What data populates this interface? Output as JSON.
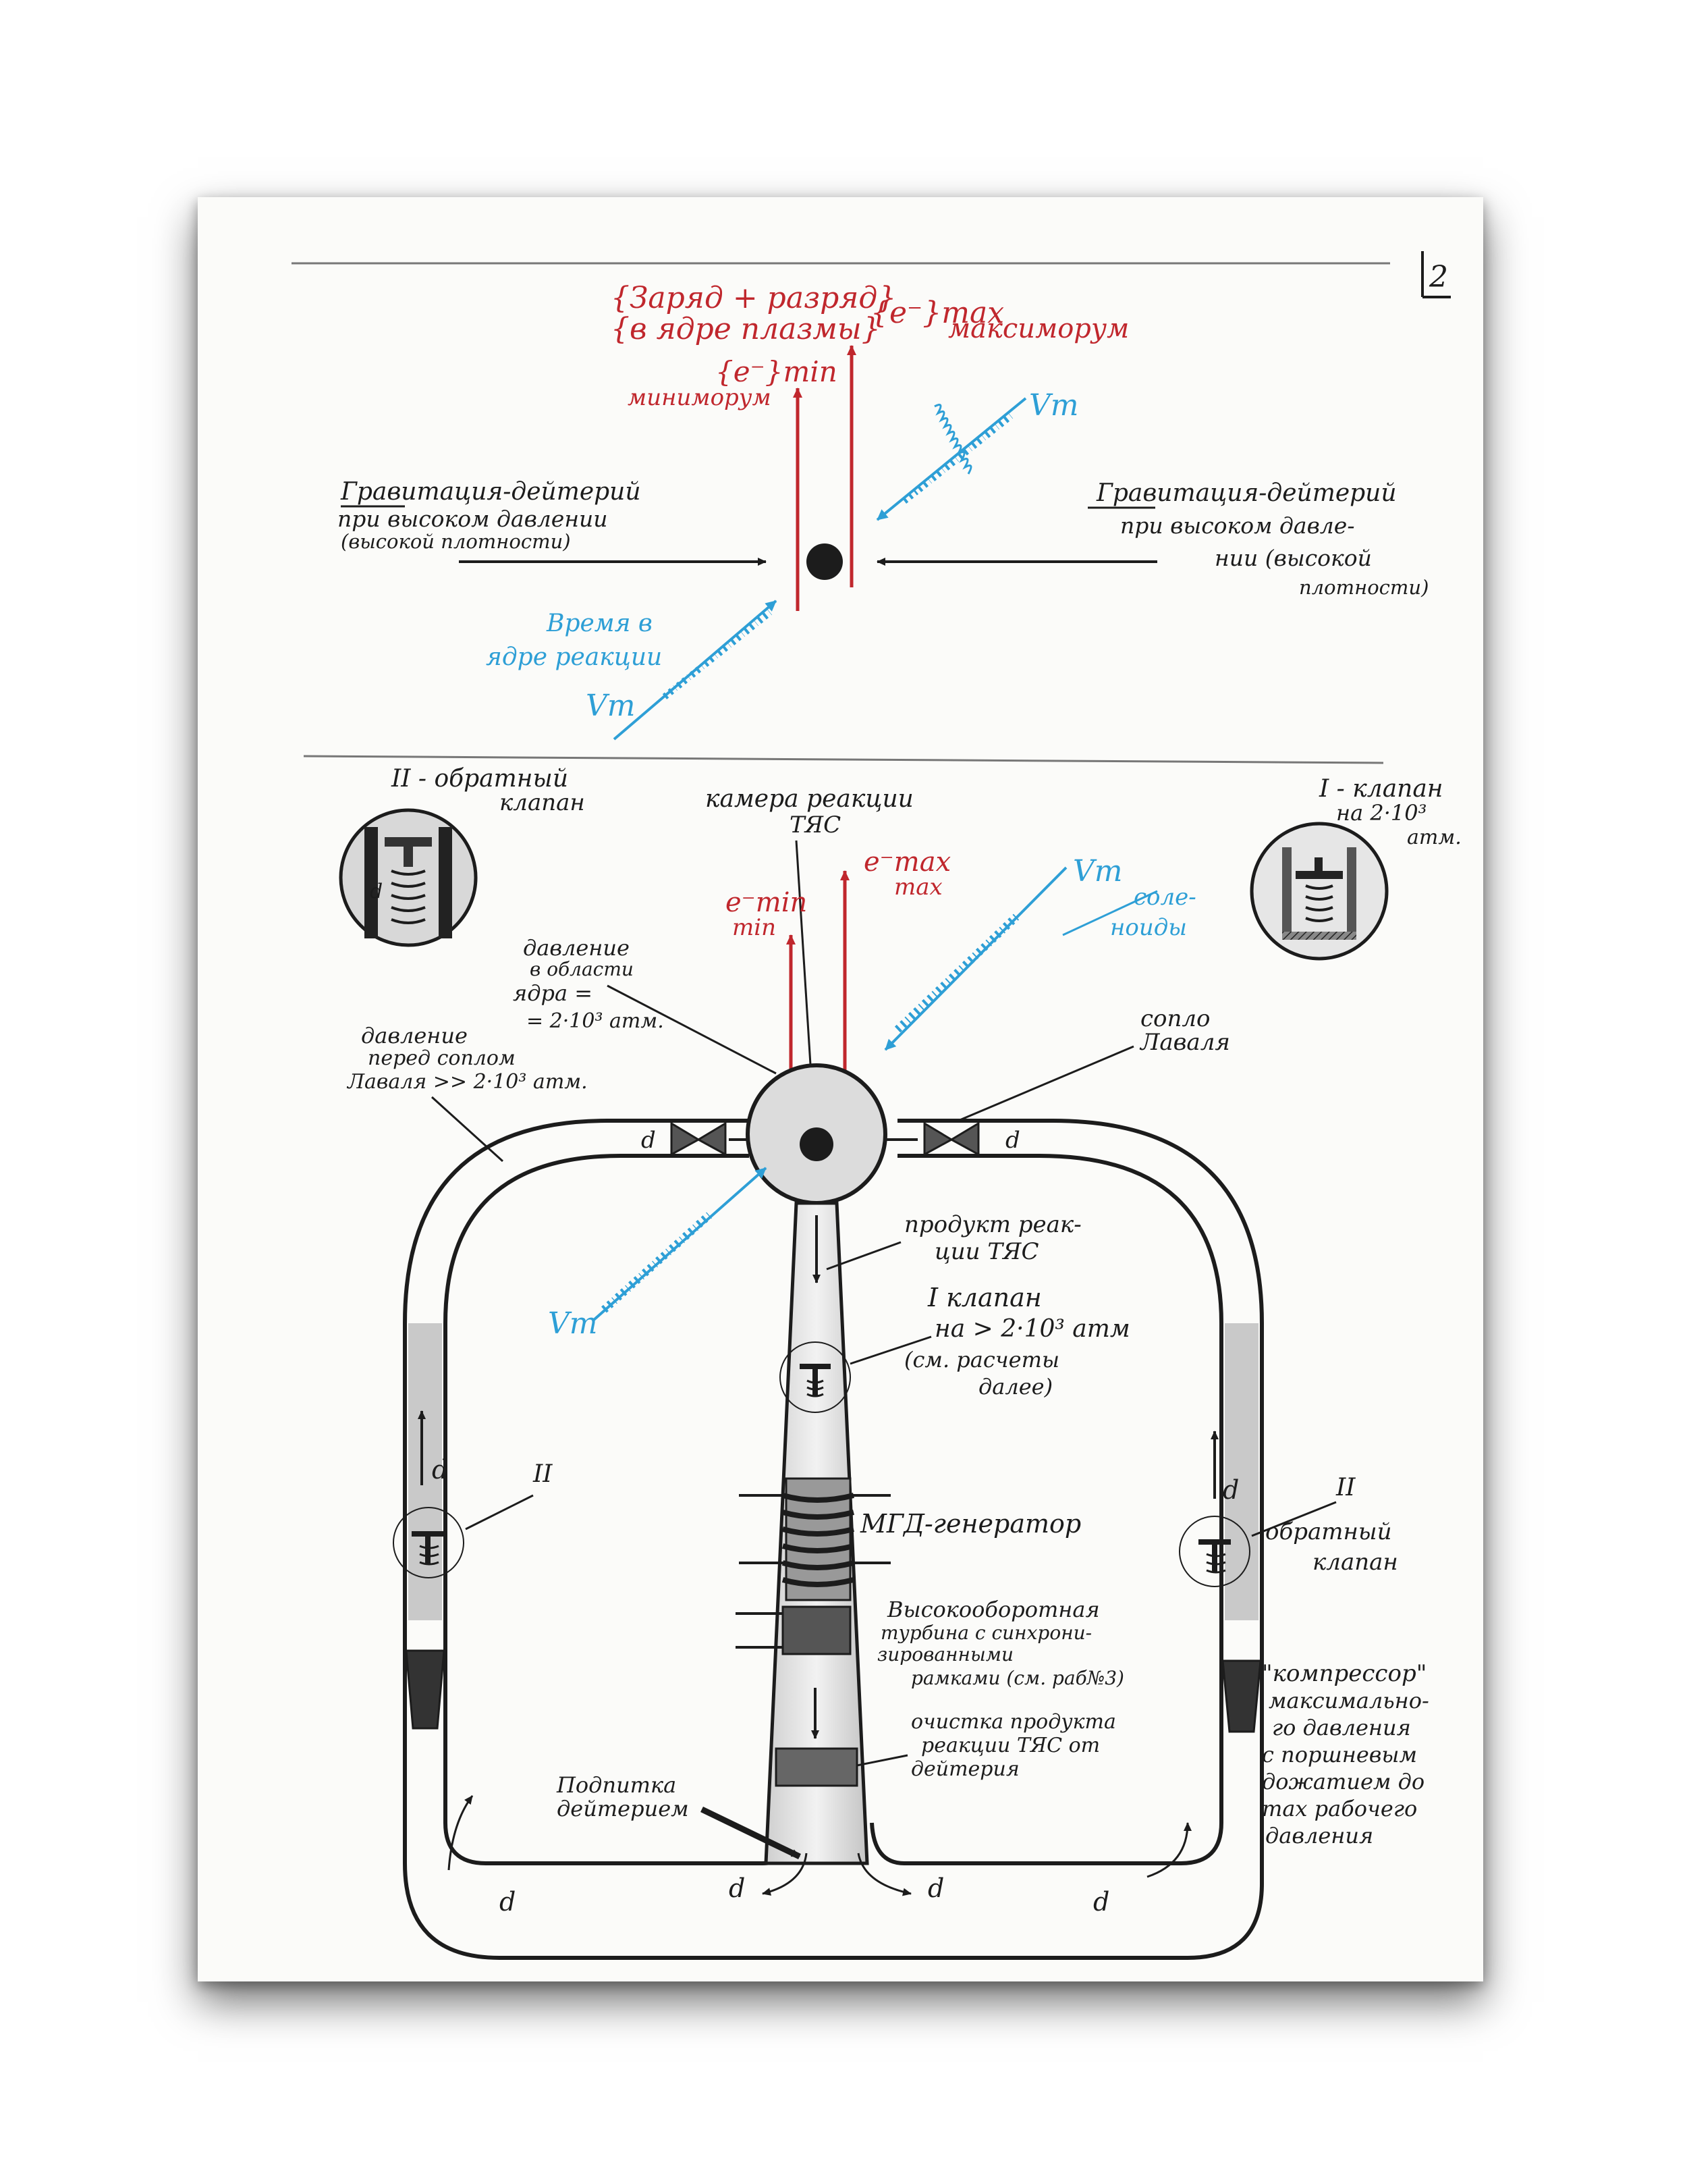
{
  "page_number": "2",
  "colors": {
    "red": "#c0272d",
    "black": "#1c1c1c",
    "blue": "#2e9fd6",
    "paper": "#fbfbf9"
  },
  "top": {
    "charge_line1": "{Заряд + разряд}",
    "charge_line2": "{в ядре плазмы}",
    "emax": "{e⁻}max",
    "maximorum": "максиморум",
    "emin": "{e⁻}min",
    "minimorum": "миниморум",
    "gravity_left_line1": "Гравитация-дейтерий",
    "gravity_left_line2": "при высоком давлении",
    "gravity_left_line3": "(высокой плотности)",
    "gravity_right_line1": "Гравитация-дейтерий",
    "gravity_right_line2": "при высоком давле-",
    "gravity_right_line3": "нии (высокой",
    "gravity_right_line4": "плотности)",
    "time_line1": "Время в",
    "time_line2": "ядре реакции",
    "vm_top": "Vm",
    "vm_bottom": "Vm"
  },
  "bottom": {
    "check_valve_title_line1": "II - обратный",
    "check_valve_title_line2": "клапан",
    "chamber_line1": "камера реакции",
    "chamber_line2": "ТЯС",
    "valve1_title_line1": "I - клапан",
    "valve1_title_line2": "на 2·10³",
    "valve1_title_line3": "атм.",
    "emin": "e⁻min",
    "emin_sub": "min",
    "emax": "e⁻max",
    "emax_sub": "max",
    "vm_right": "Vm",
    "solenoids_line1": "соле-",
    "solenoids_line2": "ноиды",
    "core_pressure_line1": "давление",
    "core_pressure_line2": "в области",
    "core_pressure_line3": "ядра =",
    "core_pressure_line4": "= 2·10³ атм.",
    "nozzle_pressure_line1": "давление",
    "nozzle_pressure_line2": "перед соплом",
    "nozzle_pressure_line3": "Лаваля  >> 2·10³ атм.",
    "laval_line1": "сопло",
    "laval_line2": "Лаваля",
    "product_line1": "продукт реак-",
    "product_line2": "ции ТЯС",
    "valve1_line1": "I клапан",
    "valve1_line2": "на > 2·10³ атм",
    "valve1_line3": "(см. расчеты",
    "valve1_line4": "далее)",
    "vm_left": "Vm",
    "mhd": "МГД-генератор",
    "turbine_line1": "Высокооборотная",
    "turbine_line2": "турбина с синхрони-",
    "turbine_line3": "зированными",
    "turbine_line4": "рамками (см. раб№3)",
    "cleaning_line1": "очистка продукта",
    "cleaning_line2": "реакции ТЯС от",
    "cleaning_line3": "дейтерия",
    "feed_line1": "Подпитка",
    "feed_line2": "дейтерием",
    "check_label_left": "II",
    "check_label_right": "II",
    "check_right_line1": "обратный",
    "check_right_line2": "клапан",
    "compressor_line1": "\"компрессор\"",
    "compressor_line2": "максимально-",
    "compressor_line3": "го давления",
    "compressor_line4": "с поршневым",
    "compressor_line5": "дожатием до",
    "compressor_line6": "max рабочего",
    "compressor_line7": "давления",
    "d": "d"
  }
}
